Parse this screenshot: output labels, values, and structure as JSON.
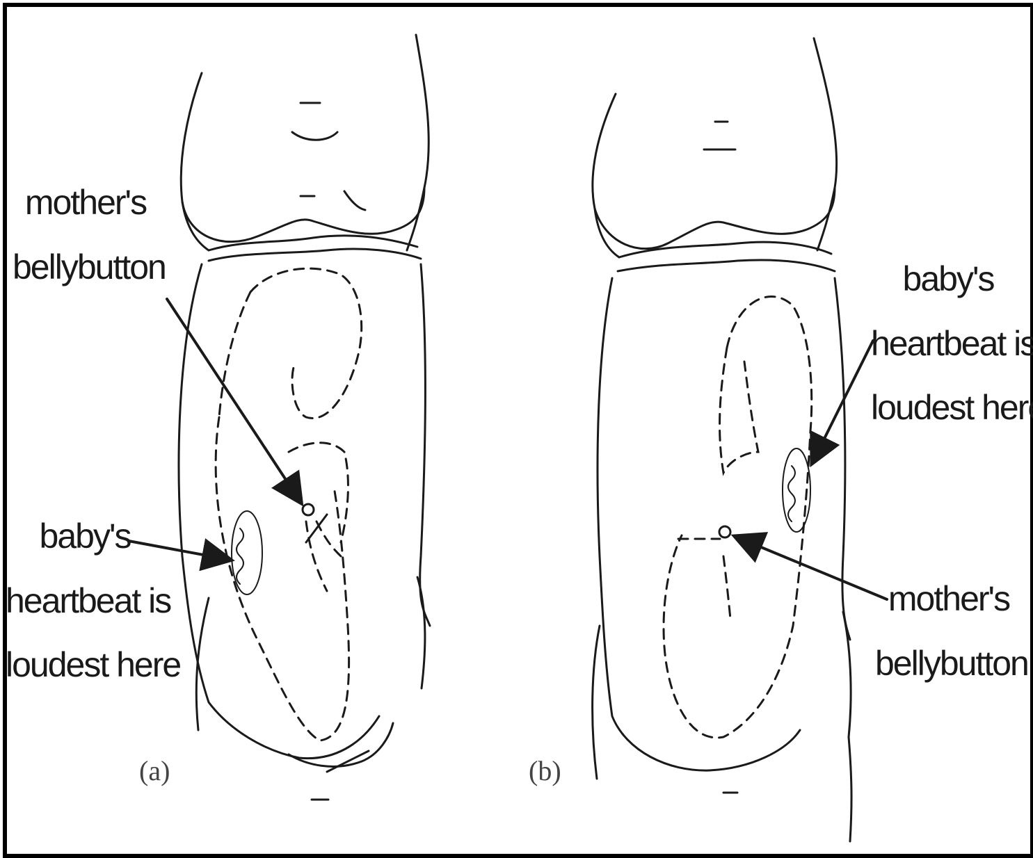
{
  "panels": [
    {
      "tag": "(a)",
      "bellybutton_label": [
        "mother's",
        "bellybutton"
      ],
      "heartbeat_label": [
        "baby's",
        "heartbeat is",
        "loudest here"
      ]
    },
    {
      "tag": "(b)",
      "bellybutton_label": [
        "mother's",
        "bellybutton"
      ],
      "heartbeat_label": [
        "baby's",
        "heartbeat is",
        "loudest here"
      ]
    }
  ],
  "colors": {
    "line": "#1a1a1a",
    "border": "#000000",
    "background": "#ffffff"
  }
}
